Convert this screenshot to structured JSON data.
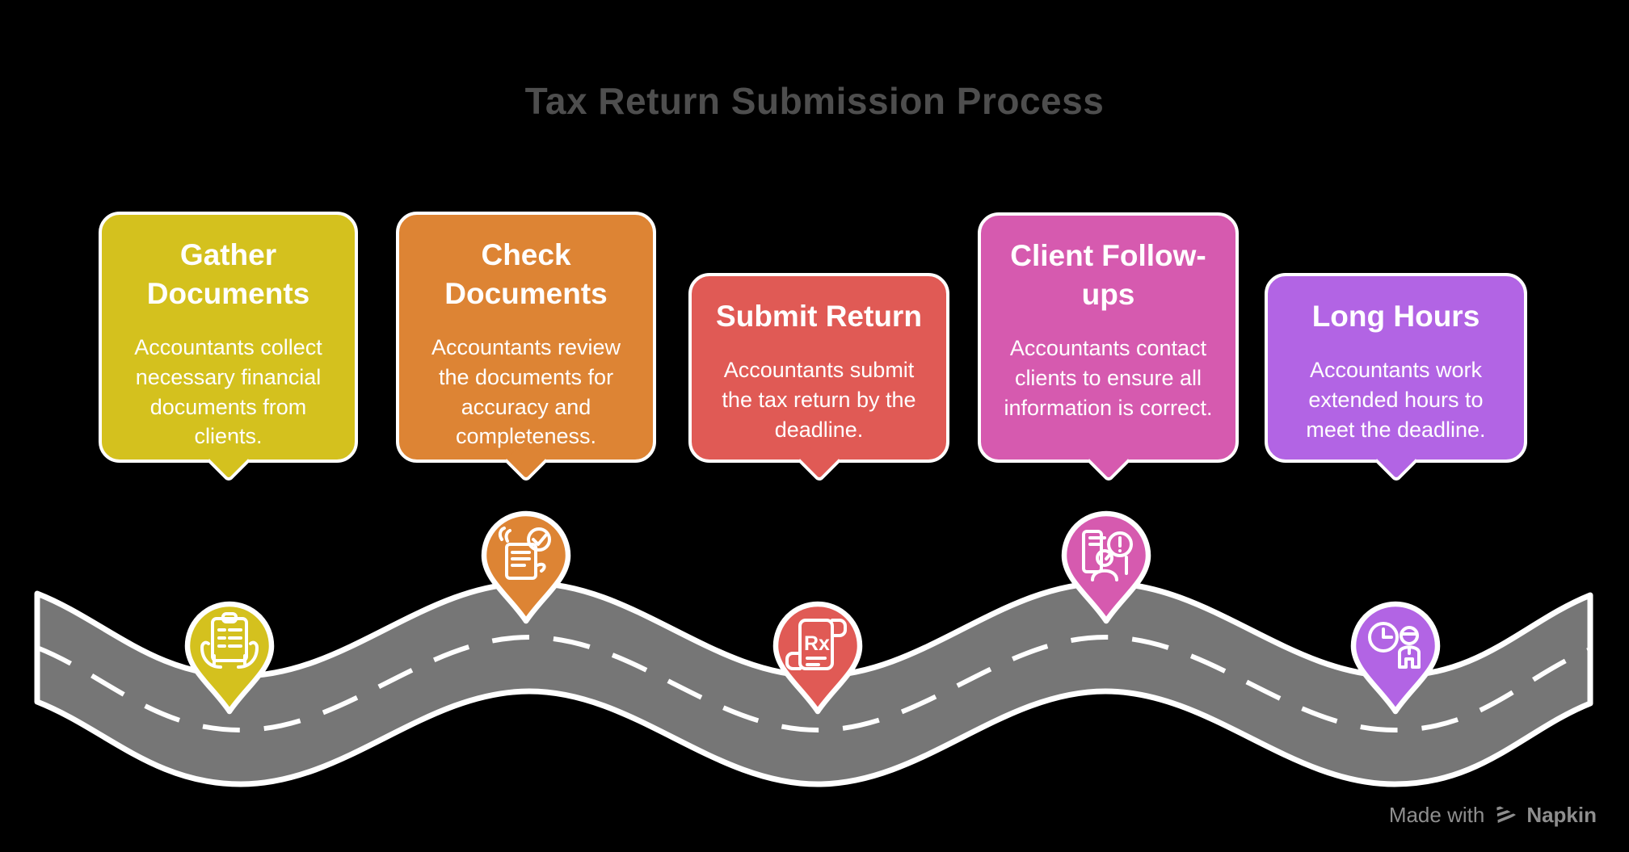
{
  "title": "Tax Return Submission Process",
  "steps": [
    {
      "title": "Gather Documents",
      "description": "Accountants collect necessary financial documents from clients.",
      "color": "#D4C11E",
      "icon": "hands-holding-document"
    },
    {
      "title": "Check Documents",
      "description": "Accountants review the documents for accuracy and completeness.",
      "color": "#DD8434",
      "icon": "document-check"
    },
    {
      "title": "Submit Return",
      "description": "Accountants submit the tax return by the deadline.",
      "color": "#E05A55",
      "icon": "prescription-scroll",
      "icon_label": "Rx"
    },
    {
      "title": "Client Follow-ups",
      "description": "Accountants contact clients to ensure all information is correct.",
      "color": "#D65AAF",
      "icon": "client-alert"
    },
    {
      "title": "Long Hours",
      "description": "Accountants work extended hours to meet the deadline.",
      "color": "#B264E4",
      "icon": "clock-person"
    }
  ],
  "colors": {
    "background": "#000000",
    "title": "#4E4E4E",
    "road": "#767676",
    "road_marking": "#FFFFFF",
    "card_text": "#FFFFFF",
    "outline": "#FFFFFF",
    "watermark": "#8E8E8E"
  },
  "watermark": {
    "made_with": "Made with",
    "brand": "Napkin"
  }
}
